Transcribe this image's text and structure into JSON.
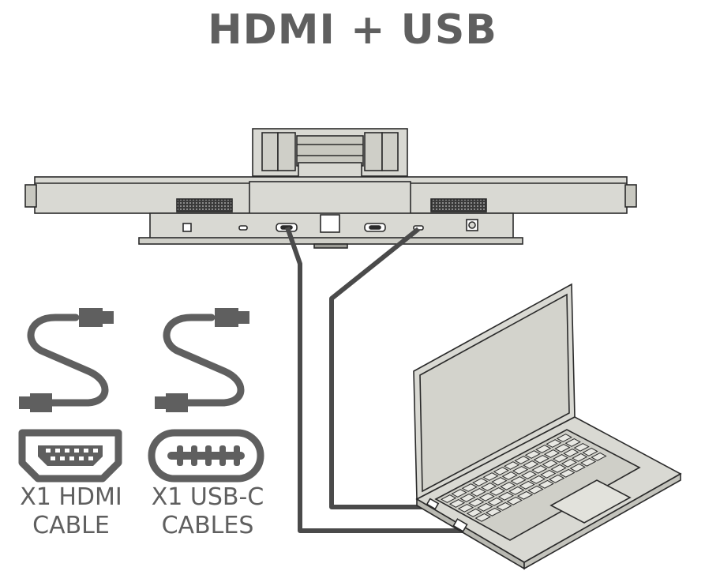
{
  "title": "HDMI + USB",
  "cables": [
    {
      "icon": "hdmi-cable-icon",
      "port_icon": "hdmi-port-icon",
      "line1": "X1 HDMI",
      "line2": "CABLE"
    },
    {
      "icon": "usb-c-cable-icon",
      "port_icon": "usb-c-port-icon",
      "line1": "X1 USB-C",
      "line2": "CABLES"
    }
  ],
  "colors": {
    "text": "#5f5f5f",
    "device": "#d9d9d3",
    "outline": "#2a2a2a",
    "cable": "#4a4a4a",
    "icon": "#5f5f5f"
  }
}
